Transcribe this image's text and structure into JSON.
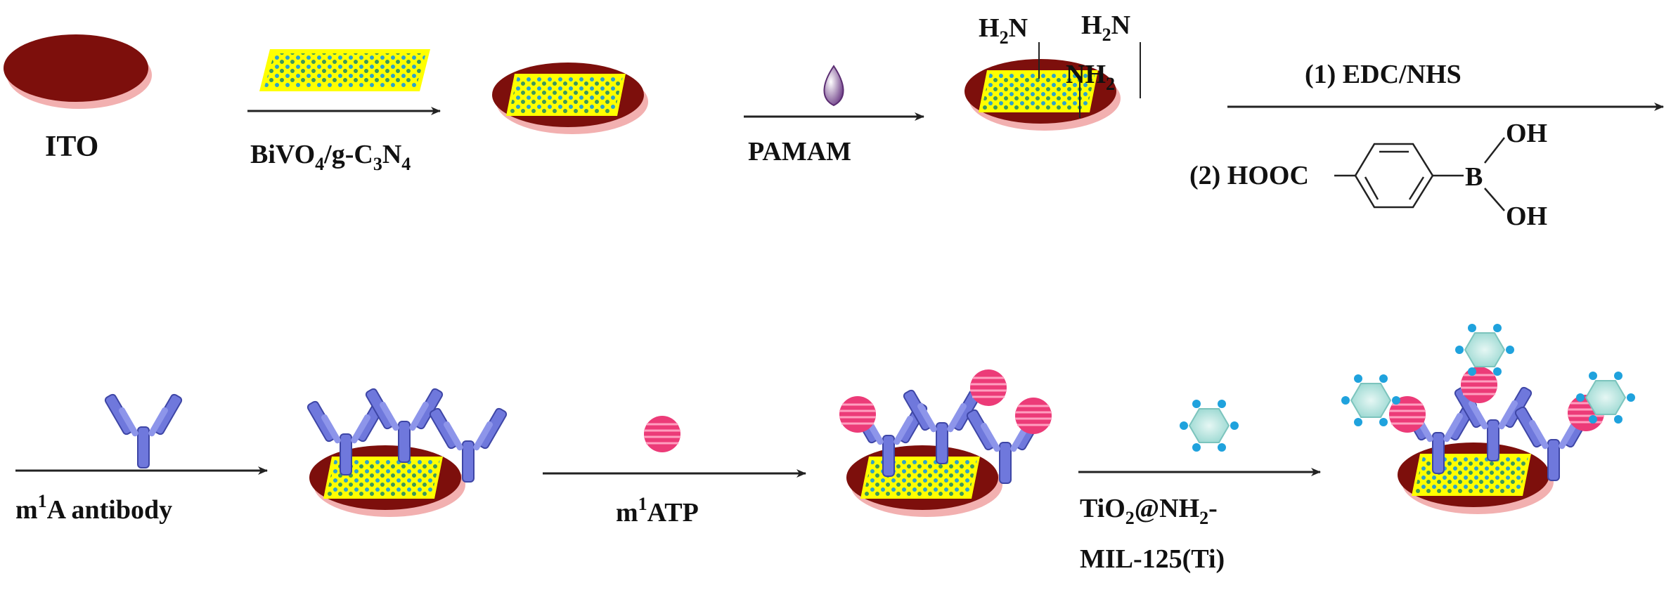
{
  "labels": {
    "ito": "ITO",
    "step1": {
      "pre": "BiVO",
      "sub1": "4",
      "mid": "/g-C",
      "sub2": "3",
      "n": "N",
      "sub3": "4"
    },
    "step2": "PAMAM",
    "amine": {
      "h1": "H",
      "s1": "2",
      "n1": "N",
      "h2": "H",
      "s2": "2",
      "n2": "N",
      "nh": "NH",
      "s3": "2"
    },
    "step3a": "(1) EDC/NHS",
    "step3b": "(2) HOOC",
    "boron": "B",
    "oh_top": "OH",
    "oh_bot": "OH",
    "step4": {
      "m": "m",
      "sup": "1",
      "rest": "A antibody"
    },
    "step5": {
      "m": "m",
      "sup": "1",
      "rest": "ATP"
    },
    "step6a": {
      "pre": "TiO",
      "sub1": "2",
      "mid": "@NH",
      "sub2": "2",
      "post": "-"
    },
    "step6b": "MIL-125(Ti)"
  },
  "colors": {
    "electrode": "#7d0f0c",
    "electrode_shadow": "#f2b0b0",
    "film": "#ffff00",
    "nanosheet_dot": "#2fa3c7",
    "nanosheet_green": "#3e9a5a",
    "antibody": "#6f78dc",
    "atp": "#ec3b78",
    "mof": "#a9e0da",
    "mof_dot": "#1fa2dd",
    "drop": "#7a4a8c",
    "arrow": "#222222"
  }
}
